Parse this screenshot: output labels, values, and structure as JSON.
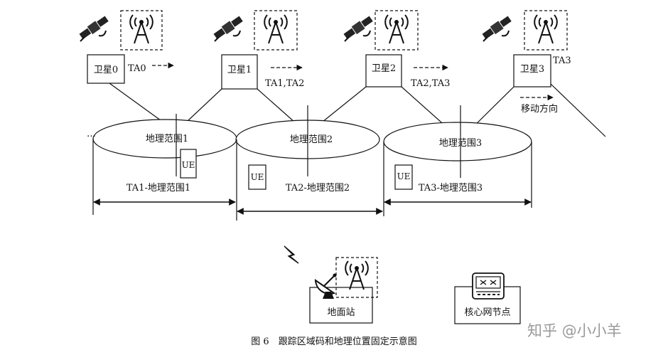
{
  "satellites": [
    {
      "label": "卫星0",
      "ta": "TA0"
    },
    {
      "label": "卫星1",
      "ta": "TA1,TA2"
    },
    {
      "label": "卫星2",
      "ta": "TA2,TA3"
    },
    {
      "label": "卫星3",
      "ta": "TA3"
    }
  ],
  "move_direction": "移动方向",
  "areas": [
    {
      "label": "地理范围1",
      "ue": "UE",
      "span": "TA1-地理范围1"
    },
    {
      "label": "地理范围2",
      "ue": "UE",
      "span": "TA2-地理范围2"
    },
    {
      "label": "地理范围3",
      "ue": "UE",
      "span": "TA3-地理范围3"
    }
  ],
  "ellipsis": "…",
  "ground_station": "地面站",
  "core_node": "核心网节点",
  "caption": "图 6　跟踪区域码和地理位置固定示意图",
  "watermark": "知乎 @小小羊",
  "icons": [
    "satellite-icon",
    "antenna-tower-icon",
    "dish-icon",
    "lightning-icon",
    "switch-icon"
  ]
}
